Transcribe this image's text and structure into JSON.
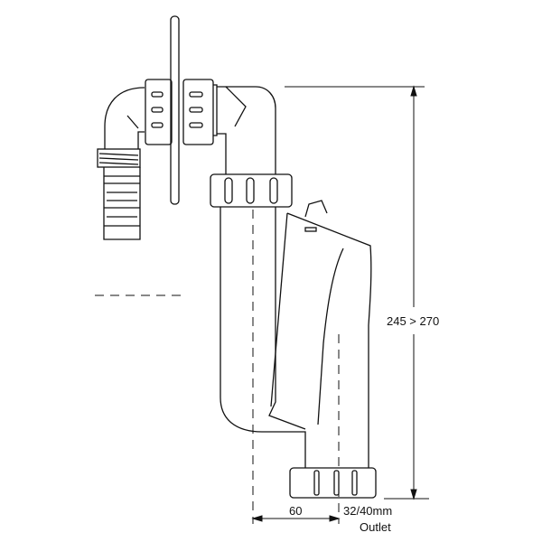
{
  "dimensions": {
    "height_range": "245 > 270",
    "offset": "60",
    "outlet_size": "32/40mm",
    "outlet_label": "Outlet"
  },
  "colors": {
    "line": "#111111",
    "background": "#ffffff"
  }
}
